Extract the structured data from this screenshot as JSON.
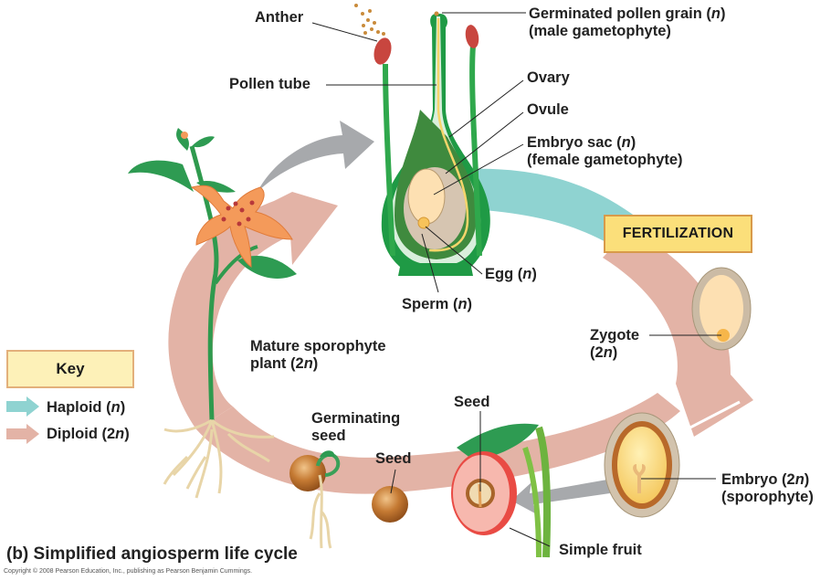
{
  "caption": "(b) Simplified angiosperm life cycle",
  "copyright": "Copyright © 2008 Pearson Education, Inc., publishing as Pearson Benjamin Cummings.",
  "key": {
    "title": "Key",
    "items": [
      {
        "label": "Haploid",
        "ploidy": "n",
        "color": "#8fd3d1"
      },
      {
        "label": "Diploid",
        "ploidy": "2n",
        "color": "#e3b3a6"
      }
    ]
  },
  "stage_box": "FERTILIZATION",
  "labels": {
    "anther": "Anther",
    "germinated_pollen": {
      "line1": "Germinated pollen grain",
      "ploidy": "n",
      "line2": "(male gametophyte)"
    },
    "pollen_tube": "Pollen tube",
    "ovary": "Ovary",
    "ovule": "Ovule",
    "embryo_sac": {
      "line1": "Embryo sac",
      "ploidy": "n",
      "line2": "(female gametophyte)"
    },
    "egg": {
      "name": "Egg",
      "ploidy": "n"
    },
    "sperm": {
      "name": "Sperm",
      "ploidy": "n"
    },
    "zygote": {
      "name": "Zygote",
      "ploidy": "2n"
    },
    "embryo": {
      "name": "Embryo",
      "ploidy": "2n",
      "line2": "(sporophyte)"
    },
    "simple_fruit": "Simple fruit",
    "seed_fruit": "Seed",
    "seed": "Seed",
    "germinating_seed": {
      "line1": "Germinating",
      "line2": "seed"
    },
    "mature_sporophyte": {
      "line1": "Mature sporophyte",
      "line2_prefix": "plant",
      "ploidy": "2n"
    }
  },
  "colors": {
    "haploid": "#8fd3d1",
    "diploid": "#e3b3a6",
    "pointer_arrow": "#a7a9ac",
    "plant_green": "#1f9a45",
    "flower_orange": "#f49a5a",
    "anther_red": "#c8463f",
    "seed_brown": "#b8692a"
  }
}
